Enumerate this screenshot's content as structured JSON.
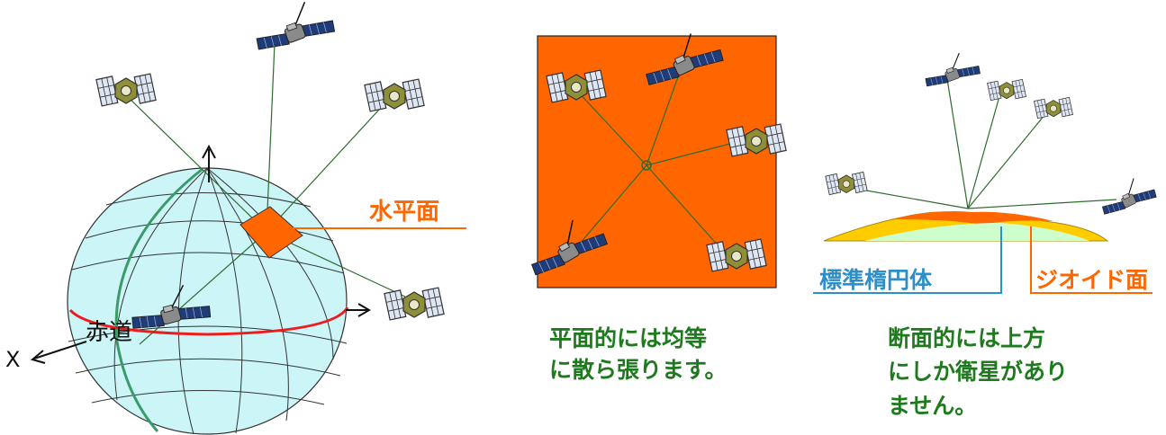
{
  "labels": {
    "horizontal_plane": "水平面",
    "equator": "赤道",
    "x_axis": "X",
    "reference_ellipsoid": "標準楕円体",
    "geoid": "ジオイド面"
  },
  "captions": {
    "plan_line1": "平面的には均等",
    "plan_line2": "に散ら張ります。",
    "section_line1": "断面的には上方",
    "section_line2": "にしか衛星があり",
    "section_line3": "ません。"
  },
  "colors": {
    "globe_fill": "#ccf5f8",
    "meridian_green": "#3a9a6a",
    "equator_red": "#ee1c1c",
    "plane_orange": "#ff6600",
    "label_orange": "#ff6600",
    "ellipsoid_blue": "#2d8fc8",
    "caption_green": "#1d7a1d",
    "geoid_yellow": "#ffcc00",
    "ellipsoid_fill": "#ccffcc",
    "sight_line": "#2e6b2e"
  },
  "icons": [
    "satellite-icon",
    "up-arrow-icon",
    "right-arrow-icon",
    "left-arrow-icon"
  ]
}
